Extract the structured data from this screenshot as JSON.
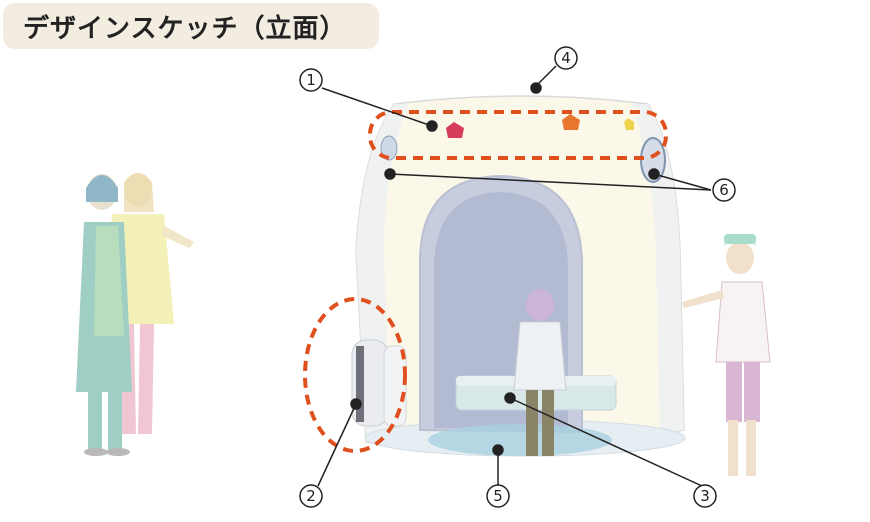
{
  "title": "デザインスケッチ（立面）",
  "callouts": [
    {
      "id": "1",
      "label": "1"
    },
    {
      "id": "2",
      "label": "2"
    },
    {
      "id": "3",
      "label": "3"
    },
    {
      "id": "4",
      "label": "4"
    },
    {
      "id": "5",
      "label": "5"
    },
    {
      "id": "6",
      "label": "6"
    }
  ],
  "colors": {
    "dashed_highlight": "#e0501e",
    "leader_line": "#222222",
    "dome_fill": "#fbf8ea",
    "arch_interior": "#bcc3d8"
  }
}
